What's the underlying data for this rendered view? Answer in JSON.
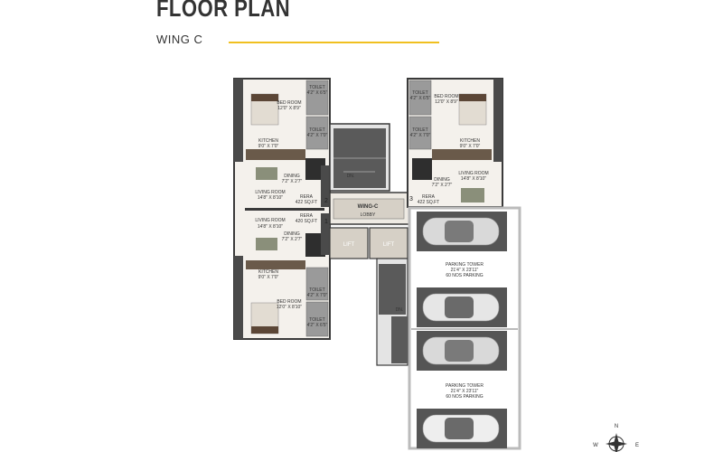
{
  "header": {
    "title": "FLOOR PLAN",
    "subtitle": "WING C"
  },
  "colors": {
    "accent_rule": "#f0c020",
    "wall": "#3a3a3a",
    "floor": "#f4f1ec",
    "tile": "#9a9a9a",
    "stair": "#5a5a5a",
    "parking_bay": "#555555"
  },
  "left_upper_unit": {
    "bed_room": "BED ROOM",
    "bed_room_size": "12'0\" X 8'9\"",
    "toilet_1": "TOILET",
    "toilet_1_size": "4'2\" X 6'5\"",
    "toilet_2": "TOILET",
    "toilet_2_size": "4'2\" X 7'0\"",
    "kitchen": "KITCHEN",
    "kitchen_size": "9'0\" X 7'0\"",
    "dining": "DINING",
    "dining_size": "7'2\" X 2'7\"",
    "living_room": "LIVING ROOM",
    "living_room_size": "14'8\" X 8'10\"",
    "rera": "RERA",
    "rera_area": "422 SQ.FT",
    "unit_number": "2"
  },
  "left_lower_unit": {
    "living_room": "LIVING ROOM",
    "living_room_size": "14'8\" X 8'10\"",
    "rera": "RERA",
    "rera_area": "420 SQ.FT",
    "dining": "DINING",
    "dining_size": "7'2\" X 2'7\"",
    "kitchen": "KITCHEN",
    "kitchen_size": "9'0\" X 7'0\"",
    "bed_room": "BED ROOM",
    "bed_room_size": "12'0\" X 8'10\"",
    "toilet_1": "TOILET",
    "toilet_1_size": "4'2\" X 7'0\"",
    "toilet_2": "TOILET",
    "toilet_2_size": "4'2\" X 6'5\"",
    "unit_number": "1"
  },
  "right_unit": {
    "bed_room": "BED ROOM",
    "bed_room_size": "12'0\" X 8'9\"",
    "toilet_1": "TOILET",
    "toilet_1_size": "4'2\" X 6'5\"",
    "toilet_2": "TOILET",
    "toilet_2_size": "4'2\" X 7'0\"",
    "kitchen": "KITCHEN",
    "kitchen_size": "9'0\" X 7'0\"",
    "living_room": "LIVING ROOM",
    "living_room_size": "14'8\" X 8'10\"",
    "dining": "DINING",
    "dining_size": "7'2\" X 2'7\"",
    "rera": "RERA",
    "rera_area": "422 SQ.FT",
    "unit_number": "3"
  },
  "core": {
    "wing_label": "WING-C",
    "lobby": "LOBBY",
    "lift_1": "LIFT",
    "lift_2": "LIFT",
    "stair_up_dn": "DN.",
    "stair_low_dn": "DN."
  },
  "parking": {
    "tower_1": {
      "name": "PARKING TOWER",
      "size": "21'4\" X 23'11\"",
      "count": "60 NOS PARKING"
    },
    "tower_2": {
      "name": "PARKING TOWER",
      "size": "21'4\" X 23'11\"",
      "count": "60 NOS PARKING"
    }
  },
  "compass": {
    "n": "N",
    "w": "W",
    "e": "E"
  }
}
